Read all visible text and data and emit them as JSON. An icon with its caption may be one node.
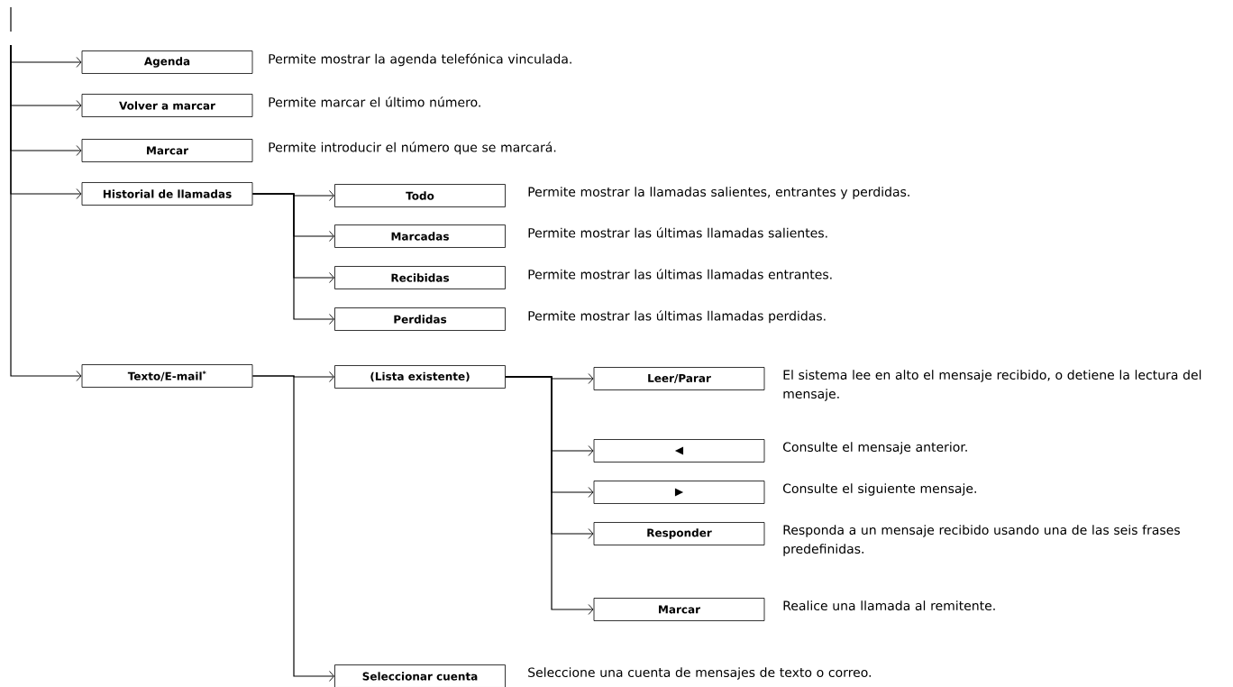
{
  "diagram": {
    "nodes": [
      {
        "text": [
          "Agenda"
        ],
        "beside": [
          "Permite mostrar la agenda telefónica vinculada."
        ]
      },
      {
        "text": [
          "Volver a marcar"
        ],
        "beside": [
          "Permite marcar el último número."
        ]
      },
      {
        "text": [
          "Marcar"
        ],
        "beside": [
          "Permite introducir el número que se marcará."
        ]
      },
      {
        "text": [
          "Historial de llamadas"
        ]
      },
      {
        "text": [
          "Todo"
        ],
        "beside": [
          "Permite mostrar la llamadas salientes, entrantes y perdidas."
        ]
      },
      {
        "text": [
          "Marcadas"
        ],
        "beside": [
          "Permite mostrar las últimas llamadas salientes."
        ]
      },
      {
        "text": [
          "Recibidas"
        ],
        "beside": [
          "Permite mostrar las últimas llamadas entrantes."
        ]
      },
      {
        "text": [
          "Perdidas"
        ],
        "beside": [
          "Permite mostrar las últimas llamadas perdidas."
        ]
      },
      {
        "text": [
          "Texto/E-mail$^{*}$"
        ]
      },
      {
        "text": [
          "(Lista existente)"
        ]
      },
      {
        "text": [
          "Leer/Parar"
        ],
        "beside": [
          "El sistema lee en alto el mensaje recibido, o detiene la lectura del mensaje."
        ]
      },
      {
        "text": [
          "◀"
        ],
        "beside": [
          "Consulte el mensaje anterior."
        ]
      },
      {
        "text": [
          "▶"
        ],
        "beside": [
          "Consulte el siguiente mensaje."
        ]
      },
      {
        "text": [
          "Responder"
        ],
        "beside": [
          "Responda a un mensaje recibido usando una de las seis frases predefinidas."
        ]
      },
      {
        "text": [
          "Marcar"
        ],
        "beside": [
          "Realice una llamada al remitente."
        ]
      },
      {
        "text": [
          "Seleccionar cuenta"
        ],
        "beside": [
          "Seleccione una cuenta de mensajes de texto o correo."
        ]
      }
    ],
    "edges": [
      {
        "from": null,
        "to": 0,
        "arrow": "to"
      },
      {
        "from": null,
        "to": 1,
        "arrow": "to"
      },
      {
        "from": null,
        "to": 2,
        "arrow": "to"
      },
      {
        "from": null,
        "to": 3,
        "arrow": "to"
      },
      {
        "from": null,
        "to": 8,
        "arrow": "to"
      },
      {
        "from": 3,
        "to": 4,
        "arrow": "to"
      },
      {
        "from": 3,
        "to": 5,
        "arrow": "to"
      },
      {
        "from": 3,
        "to": 6,
        "arrow": "to"
      },
      {
        "from": 3,
        "to": 7,
        "arrow": "to"
      },
      {
        "from": 8,
        "to": 9,
        "arrow": "to"
      },
      {
        "from": 8,
        "to": 15,
        "arrow": "to"
      },
      {
        "from": 9,
        "to": 10,
        "arrow": "to"
      },
      {
        "from": 9,
        "to": 11,
        "arrow": "to"
      },
      {
        "from": 9,
        "to": 12,
        "arrow": "to"
      },
      {
        "from": 9,
        "to": 13,
        "arrow": "to"
      },
      {
        "from": 9,
        "to": 14,
        "arrow": "to"
      }
    ]
  }
}
